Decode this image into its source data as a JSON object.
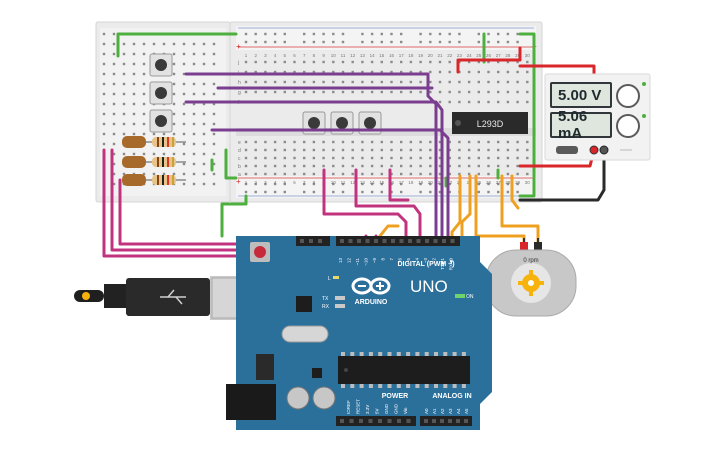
{
  "psu": {
    "voltage_display": "5.00 V",
    "current_display": "5.06 mA"
  },
  "ic": {
    "label": "L293D"
  },
  "motor": {
    "label": "0 rpm"
  },
  "arduino": {
    "brand": "ARDUINO",
    "model": "UNO",
    "digital_label": "DIGITAL (PWM ~)",
    "analog_label": "ANALOG IN",
    "power_label": "POWER",
    "on_label": "ON",
    "l_label": "L",
    "tx_label": "TX",
    "rx_label": "RX",
    "aref_label": "AREF",
    "gnd_label": "GND",
    "digital_pins": [
      "13",
      "12",
      "~11",
      "~10",
      "~9",
      "8",
      "7",
      "~6",
      "~5",
      "4",
      "~3",
      "2",
      "TX▶1",
      "RX◀0"
    ],
    "power_pins": [
      "IOREF",
      "RESET",
      "3.3V",
      "5V",
      "GND",
      "GND",
      "Vin"
    ],
    "analog_pins": [
      "A0",
      "A1",
      "A2",
      "A3",
      "A4",
      "A5"
    ]
  },
  "breadboard": {
    "row_letters": [
      "j",
      "i",
      "h",
      "g",
      "f",
      "e",
      "d",
      "c",
      "b",
      "a"
    ],
    "column_numbers": [
      "1",
      "2",
      "3",
      "4",
      "5",
      "6",
      "7",
      "8",
      "9",
      "10",
      "11",
      "12",
      "13",
      "14",
      "15",
      "16",
      "17",
      "18",
      "19",
      "20",
      "21",
      "22",
      "23",
      "24",
      "25",
      "26",
      "27",
      "28",
      "29",
      "30"
    ]
  },
  "colors": {
    "breadboard": "#ededed",
    "arduino": "#2b6f9b",
    "wire_magenta": "#c2337f",
    "wire_purple": "#7a3d8f",
    "wire_orange": "#f0a020",
    "wire_green": "#4caf3e",
    "wire_red": "#d8262a",
    "wire_black": "#2a2a2a",
    "psu_body": "#f2f2f2"
  }
}
